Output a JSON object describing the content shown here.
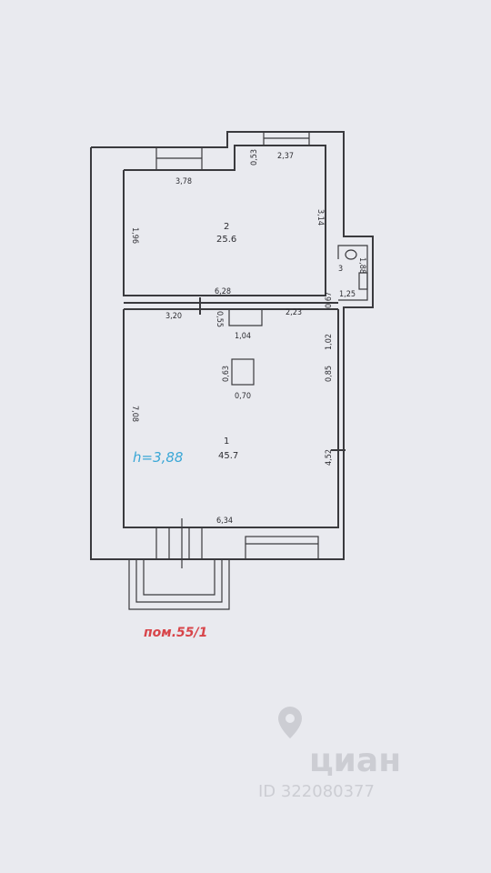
{
  "plan": {
    "rooms": [
      {
        "number": "2",
        "area": "25.6"
      },
      {
        "number": "1",
        "area": "45.7"
      }
    ],
    "dimensions": {
      "d_3_78": "3,78",
      "d_0_53": "0,53",
      "d_2_37": "2,37",
      "d_3_14": "3,14",
      "d_1_96": "1,96",
      "d_6_28": "6,28",
      "d_3_20": "3,20",
      "d_0_55": "0,55",
      "d_2_23": "2,23",
      "d_0_67": "0,67",
      "d_1_02": "1,02",
      "d_1_04": "1,04",
      "d_0_63": "0,63",
      "d_0_70": "0,70",
      "d_0_85": "0,85",
      "d_7_08": "7,08",
      "d_4_52": "4,52",
      "d_6_34": "6,34",
      "d_1_25": "1,25",
      "d_1_88": "1,88",
      "d_3": "3"
    },
    "ceiling_height": "h=3,88",
    "premises_label": "пом.55/1"
  },
  "watermark": {
    "brand": "циан",
    "id": "ID 322080377"
  }
}
